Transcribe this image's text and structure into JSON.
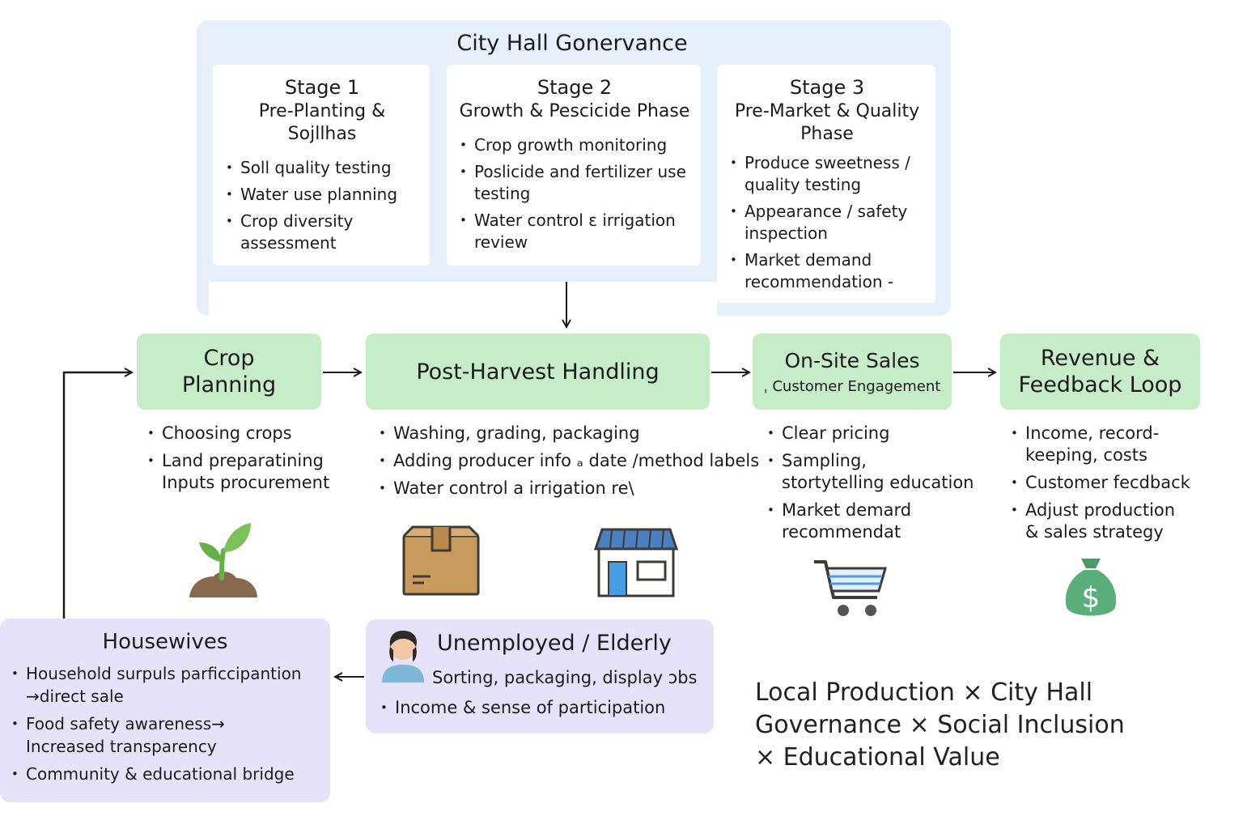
{
  "governance": {
    "title": "City Hall Gonervance",
    "stages": [
      {
        "title": "Stage 1",
        "subtitle": "Pre-Planting & Sojllhas",
        "items": [
          "Soll quality testing",
          "Water use planning",
          "Crop diversity assessment"
        ]
      },
      {
        "title": "Stage 2",
        "subtitle": "Growth & Pescicide Phase",
        "items": [
          "Crop growth monitoring",
          "Poslicide and fertilizer use testing",
          "Water control ɛ irrigation review"
        ]
      },
      {
        "title": "Stage 3",
        "subtitle": "Pre-Market & Quality Phase",
        "items": [
          "Produce sweetness / quality testing",
          "Appearance / safety inspection",
          "Market demand recommendation -"
        ]
      }
    ]
  },
  "process": [
    {
      "title": "Crop Planning",
      "subtitle": "",
      "items": [
        "Choosing crops",
        "Land preparatining Inputs procurement"
      ],
      "icon": "sprout-icon"
    },
    {
      "title": "Post-Harvest Handling",
      "subtitle": "",
      "items": [
        "Washing, grading, packaging",
        "Adding producer info ₐ date /method  labels",
        "Water control a irrigation re\\"
      ],
      "icon": "box-icon"
    },
    {
      "title": "On-Site Sales",
      "subtitle": "ˌ Customer Engagement",
      "items": [
        "Clear pricing",
        "Sampling, stortytelling education",
        "Market demard recommendat"
      ],
      "icon": "cart-icon"
    },
    {
      "title": "Revenue & Feedback Loop",
      "subtitle": "",
      "items": [
        "Income, record-keeping, costs",
        "Customer fecdback",
        "Adjust production & sales strategy"
      ],
      "icon": "money-bag-icon"
    }
  ],
  "housewives": {
    "title": "Housewives",
    "items": [
      "Household surpuls parficcipantion →direct sale",
      "Food safety awareness→ Increased transparency",
      "Community & educational bridge"
    ]
  },
  "unemployed": {
    "title": "Unemployed / Elderly",
    "subtitle": "Sorting, packaging, display ɔbs",
    "items": [
      "Income & sense of participation"
    ]
  },
  "summary": {
    "lines": [
      "Local Production × City Hall",
      "Governance × Social Inclusion",
      "× Educational Value"
    ]
  },
  "colors": {
    "governance_bg": "#e6f0fb",
    "process_green": "#c6ecc8",
    "group_purple": "#e6e2fa"
  }
}
